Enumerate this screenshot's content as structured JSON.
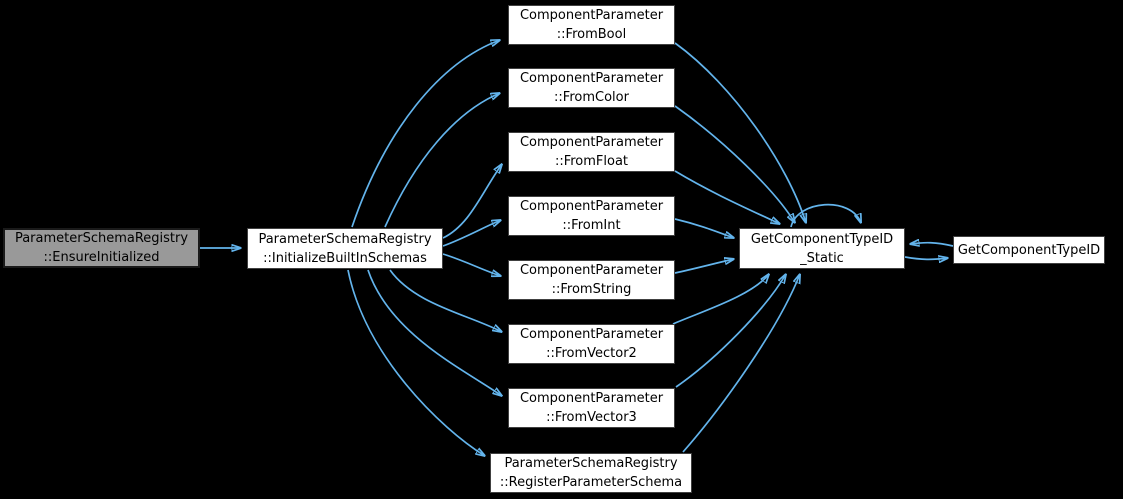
{
  "diagram": {
    "type": "call-graph",
    "colors": {
      "background": "#000000",
      "edge": "#63b4ec",
      "node_fill": "#ffffff",
      "node_border": "#404040",
      "current_node_fill": "#999999",
      "current_node_border": "#1a1a1a",
      "text": "#000000"
    },
    "nodes": [
      {
        "id": "ensure-initialized",
        "label": "ParameterSchemaRegistry\n::EnsureInitialized",
        "role": "current"
      },
      {
        "id": "initialize-builtin-schemas",
        "label": "ParameterSchemaRegistry\n::InitializeBuiltInSchemas",
        "role": "callee"
      },
      {
        "id": "from-bool",
        "label": "ComponentParameter\n::FromBool",
        "role": "callee"
      },
      {
        "id": "from-color",
        "label": "ComponentParameter\n::FromColor",
        "role": "callee"
      },
      {
        "id": "from-float",
        "label": "ComponentParameter\n::FromFloat",
        "role": "callee"
      },
      {
        "id": "from-int",
        "label": "ComponentParameter\n::FromInt",
        "role": "callee"
      },
      {
        "id": "from-string",
        "label": "ComponentParameter\n::FromString",
        "role": "callee"
      },
      {
        "id": "from-vector2",
        "label": "ComponentParameter\n::FromVector2",
        "role": "callee"
      },
      {
        "id": "from-vector3",
        "label": "ComponentParameter\n::FromVector3",
        "role": "callee"
      },
      {
        "id": "register-parameter-schema",
        "label": "ParameterSchemaRegistry\n::RegisterParameterSchema",
        "role": "callee"
      },
      {
        "id": "get-component-type-id-static",
        "label": "GetComponentTypeID\n_Static",
        "role": "callee"
      },
      {
        "id": "get-component-type-id",
        "label": "GetComponentTypeID",
        "role": "callee"
      }
    ],
    "edges": [
      {
        "from": "ensure-initialized",
        "to": "initialize-builtin-schemas"
      },
      {
        "from": "initialize-builtin-schemas",
        "to": "from-bool"
      },
      {
        "from": "initialize-builtin-schemas",
        "to": "from-color"
      },
      {
        "from": "initialize-builtin-schemas",
        "to": "from-float"
      },
      {
        "from": "initialize-builtin-schemas",
        "to": "from-int"
      },
      {
        "from": "initialize-builtin-schemas",
        "to": "from-string"
      },
      {
        "from": "initialize-builtin-schemas",
        "to": "from-vector2"
      },
      {
        "from": "initialize-builtin-schemas",
        "to": "from-vector3"
      },
      {
        "from": "initialize-builtin-schemas",
        "to": "register-parameter-schema"
      },
      {
        "from": "from-bool",
        "to": "get-component-type-id-static"
      },
      {
        "from": "from-color",
        "to": "get-component-type-id-static"
      },
      {
        "from": "from-float",
        "to": "get-component-type-id-static"
      },
      {
        "from": "from-int",
        "to": "get-component-type-id-static"
      },
      {
        "from": "from-string",
        "to": "get-component-type-id-static"
      },
      {
        "from": "from-vector2",
        "to": "get-component-type-id-static"
      },
      {
        "from": "from-vector3",
        "to": "get-component-type-id-static"
      },
      {
        "from": "register-parameter-schema",
        "to": "get-component-type-id-static"
      },
      {
        "from": "get-component-type-id-static",
        "to": "get-component-type-id-static"
      },
      {
        "from": "get-component-type-id-static",
        "to": "get-component-type-id"
      },
      {
        "from": "get-component-type-id",
        "to": "get-component-type-id-static"
      }
    ]
  }
}
